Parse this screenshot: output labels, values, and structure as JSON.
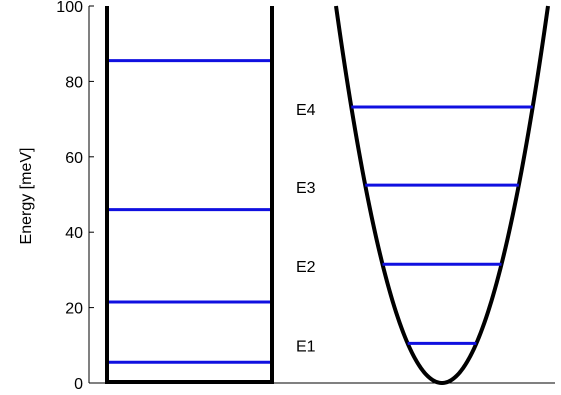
{
  "chart_data": {
    "type": "line",
    "ylabel": "Energy [meV]",
    "ylim": [
      0,
      100
    ],
    "yticks": [
      0,
      20,
      40,
      60,
      80,
      100
    ],
    "grid": false,
    "colors": {
      "wall": "#000000",
      "level": "#1010e0",
      "axis": "#000000"
    },
    "panels": [
      {
        "name": "",
        "shape": "infinite-square-well",
        "levels": [
          5.5,
          21.5,
          46,
          85.5
        ]
      },
      {
        "name": "",
        "shape": "harmonic-oscillator",
        "levels": [
          10.5,
          31.5,
          52.5,
          73.2
        ],
        "level_labels": [
          "E1",
          "E2",
          "E3",
          "E4"
        ]
      }
    ]
  }
}
